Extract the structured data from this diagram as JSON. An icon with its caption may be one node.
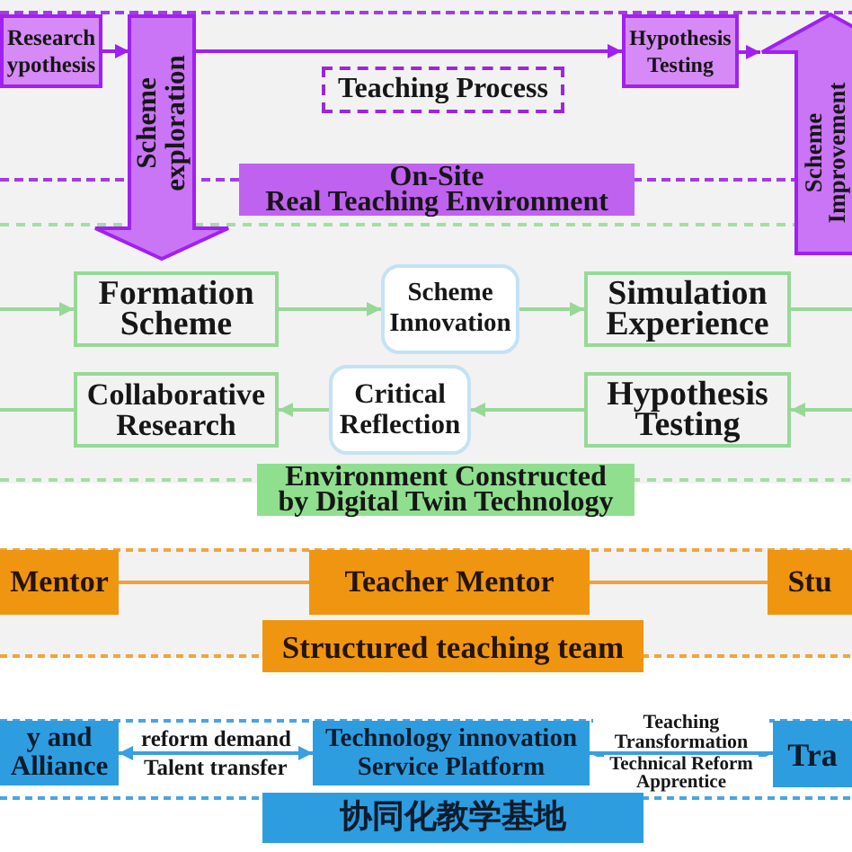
{
  "diagram": {
    "nodes": [
      {
        "text": [
          "On-Site",
          "Real Teaching Environment"
        ]
      },
      {
        "text": [
          "Research ypothesis"
        ],
        "in": 0
      },
      {
        "text": [
          "Scheme exploration"
        ]
      },
      {
        "text": [
          "Hypothesis Testing"
        ],
        "in": 0
      },
      {
        "text": [
          "Teaching Process"
        ],
        "in": 0
      },
      {
        "text": [
          "Scheme Improvement"
        ]
      },
      {
        "text": [
          "Environment Constructed by Digital Twin Technology"
        ]
      },
      {
        "text": [
          "Formation Scheme"
        ],
        "in": 6
      },
      {
        "text": [
          "Scheme Innovation"
        ],
        "in": 6
      },
      {
        "text": [
          "Simulation Experience"
        ],
        "in": 6
      },
      {
        "text": [
          "Collaborative Research"
        ],
        "in": 6
      },
      {
        "text": [
          "Critical Reflection"
        ],
        "in": 6
      },
      {
        "text": [
          "Hypothesis Testing"
        ],
        "in": 6
      },
      {
        "text": [
          "Structured teaching team"
        ]
      },
      {
        "text": [
          "Mentor"
        ],
        "in": 13
      },
      {
        "text": [
          "Teacher Mentor"
        ],
        "in": 13
      },
      {
        "text": [
          "Stu"
        ],
        "in": 13
      },
      {
        "text": [
          "协同化教学基地"
        ]
      },
      {
        "text": [
          "y and Alliance"
        ],
        "in": 17
      },
      {
        "text": [
          "Technology innovation Service Platform"
        ],
        "in": 17
      },
      {
        "text": [
          "Tra"
        ],
        "in": 17
      }
    ],
    "edges": [
      {
        "from": 1,
        "to": 2,
        "arrow": "to",
        "color": "#a020f0"
      },
      {
        "from": 2,
        "to": 3,
        "arrow": "to",
        "color": "#a020f0"
      },
      {
        "from": 3,
        "to": 5,
        "arrow": "to",
        "color": "#a020f0"
      },
      {
        "from": null,
        "to": 7,
        "arrow": "to"
      },
      {
        "from": 7,
        "to": 8,
        "arrow": "to"
      },
      {
        "from": 8,
        "to": 9,
        "arrow": "to"
      },
      {
        "from": 9,
        "to": null,
        "arrow": "none"
      },
      {
        "from": null,
        "to": 12,
        "arrow": "to"
      },
      {
        "from": 12,
        "to": 11,
        "arrow": "to"
      },
      {
        "from": 11,
        "to": 10,
        "arrow": "to"
      },
      {
        "from": 10,
        "to": null,
        "arrow": "none"
      },
      {
        "from": 14,
        "to": 15,
        "arrow": "none",
        "color": "#f3a03a"
      },
      {
        "from": 15,
        "to": 16,
        "arrow": "none",
        "color": "#f3a03a"
      },
      {
        "from": 18,
        "to": 19,
        "arrow": "both",
        "label": "reform demand",
        "color": "#3a9fe0"
      },
      {
        "from": 19,
        "to": 20,
        "arrow": "both",
        "label": "Teaching Transformation",
        "color": "#3a9fe0"
      },
      {
        "from": 0,
        "to": 7,
        "arrow": "to",
        "color": "#a020f0"
      },
      {
        "from": 6,
        "to": 0,
        "arrow": "to",
        "color": "#a020f0"
      }
    ],
    "labels": [
      "Talent transfer",
      "Technical Reform Apprentice"
    ]
  }
}
